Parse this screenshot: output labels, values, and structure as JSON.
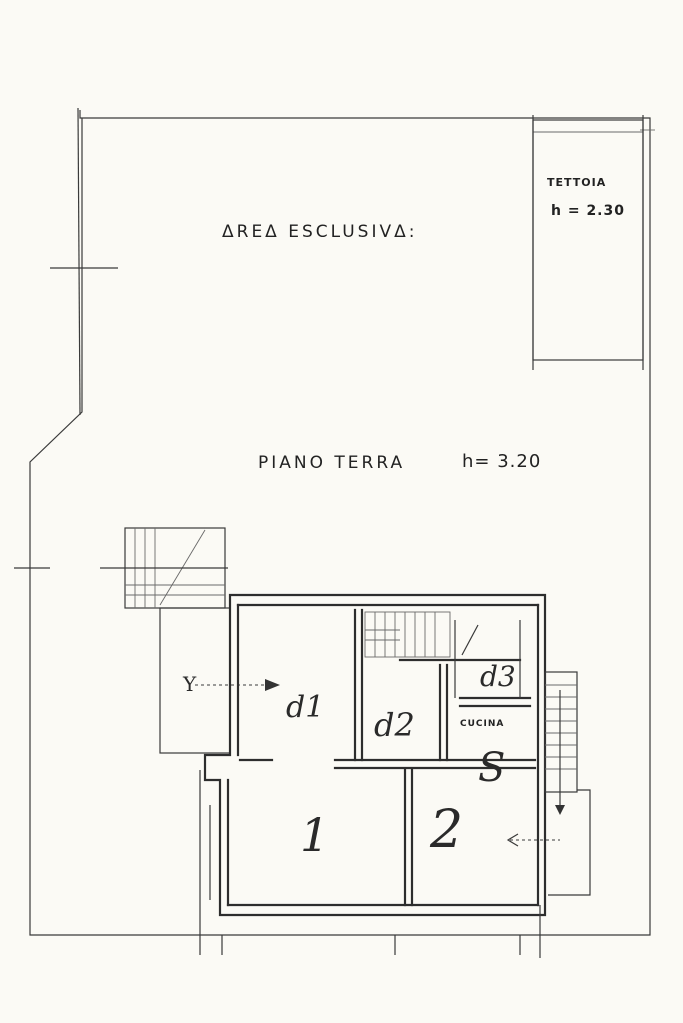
{
  "labels": {
    "area": "ΔREΔ ESCLUSIVΔ:",
    "tettoia_title": "TETTOIA",
    "tettoia_height": "h = 2.30",
    "piano": "PIANO TERRA",
    "piano_height": "h= 3.20",
    "cucina": "CUCINA",
    "room_1": "1",
    "room_2": "2",
    "room_s": "S",
    "room_d1": "d1",
    "room_d2": "d2",
    "room_d3": "d3",
    "stair_arrow": "Y"
  }
}
